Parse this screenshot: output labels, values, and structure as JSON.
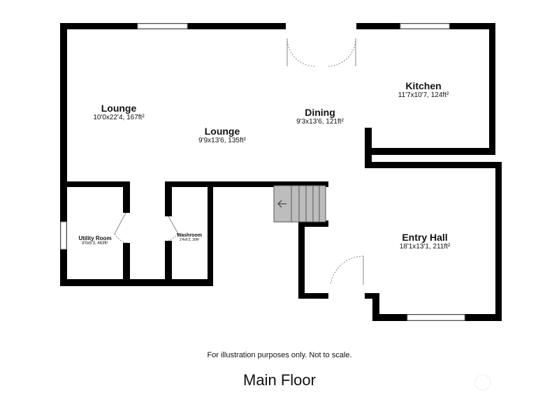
{
  "rooms": [
    {
      "name": "Lounge",
      "dims": "10'0x22'4, 167ft²"
    },
    {
      "name": "Lounge",
      "dims": "9'9x13'6, 135ft²"
    },
    {
      "name": "Dining",
      "dims": "9'3x13'6, 121ft²"
    },
    {
      "name": "Kitchen",
      "dims": "11'7x10'7, 124ft²"
    },
    {
      "name": "Entry Hall",
      "dims": "18'1x13'1, 211ft²"
    },
    {
      "name": "Utility Room",
      "dims": "8'0x5'3, 463ft²"
    },
    {
      "name": "Washroom",
      "dims": "2'4x6'2, 30ft²"
    }
  ],
  "note": "For illustration purposes only. Not to scale.",
  "floor_title": "Main Floor",
  "colors": {
    "wall": "#000000",
    "stairs": "#bdbdbd"
  }
}
